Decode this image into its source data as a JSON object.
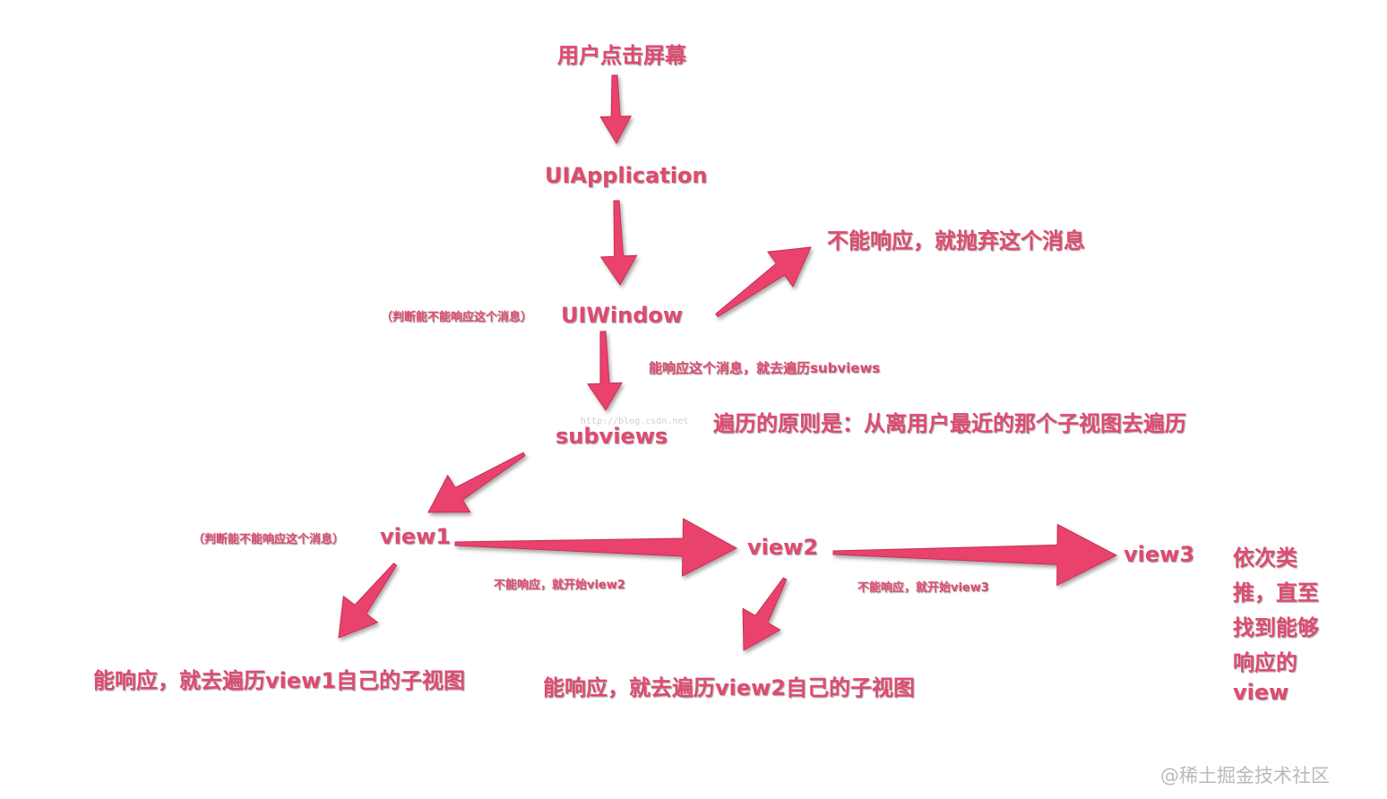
{
  "nodes": {
    "user_tap": "用户点击屏幕",
    "ui_application": "UIApplication",
    "ui_window": "UIWindow",
    "subviews": "subviews",
    "view1": "view1",
    "view2": "view2",
    "view3": "view3"
  },
  "notes": {
    "window_check": "（判断能不能响应这个消息）",
    "view1_check": "（判断能不能响应这个消息）",
    "discard": "不能响应，就抛弃这个消息",
    "traverse_subviews": "能响应这个消息，就去遍历subviews",
    "traverse_rule": "遍历的原则是：从离用户最近的那个子视图去遍历",
    "start_view2": "不能响应，就开始view2",
    "start_view3": "不能响应，就开始view3",
    "view1_children": "能响应，就去遍历view1自己的子视图",
    "view2_children": "能响应，就去遍历view2自己的子视图",
    "and_so_on": [
      "依次类",
      "推，直至",
      "找到能够",
      "响应的",
      "view"
    ]
  },
  "watermarks": {
    "csdn_url": "http://blog.csdn.net",
    "juejin": "@稀土掘金技术社区"
  },
  "colors": {
    "accent": "#e8436d",
    "arrow_dark": "#c92f56"
  }
}
